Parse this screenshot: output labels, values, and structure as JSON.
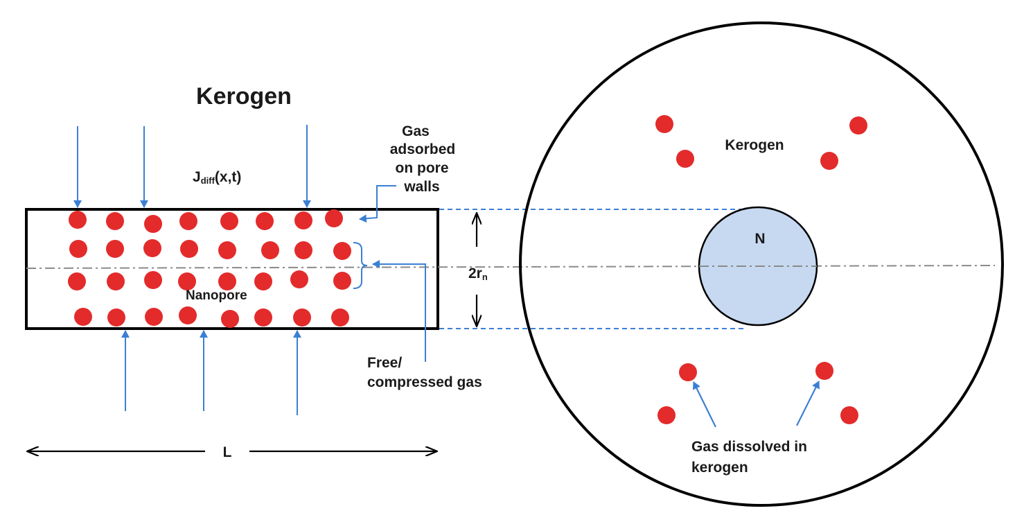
{
  "left_panel": {
    "title": "Kerogen",
    "flux_label_main": "J",
    "flux_label_sub": "diff",
    "flux_label_tail": "(x,t)",
    "nanopore_label": "Nanopore",
    "length_label": "L",
    "radius_label_main": "2r",
    "radius_label_sub": "n",
    "adsorbed_label": [
      "Gas",
      "adsorbed",
      "on pore",
      "walls"
    ],
    "free_gas_label": [
      "Free/",
      "compressed gas"
    ]
  },
  "right_panel": {
    "kerogen_label": "Kerogen",
    "center_label": "N",
    "dissolved_label": [
      "Gas dissolved in",
      "kerogen"
    ]
  },
  "colors": {
    "molecule": "#e32b2b",
    "arrow": "#3b7fd4",
    "pore_fill": "#c6d9f1",
    "outline": "#000000",
    "centerline": "#8a8a8a",
    "guide_dashed": "#3b7fd4"
  }
}
